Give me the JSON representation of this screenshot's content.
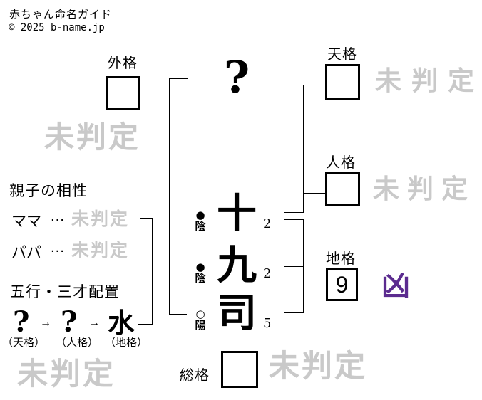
{
  "header": {
    "title": "赤ちゃん命名ガイド",
    "copyright": "© 2025 b-name.jp"
  },
  "colors": {
    "line": "#000000",
    "watermark_gray": "#c9c9c9",
    "kyou_purple": "#5b2b8f"
  },
  "frames": {
    "gaikaku": {
      "label": "外格",
      "value": "",
      "judgement": "未判定"
    },
    "tenkaku": {
      "label": "天格",
      "value": "",
      "judgement": "未判定"
    },
    "jinkaku": {
      "label": "人格",
      "value": "",
      "judgement": "未判定"
    },
    "chikaku": {
      "label": "地格",
      "value": "9",
      "judgement": "凶"
    },
    "soukaku": {
      "label": "総格",
      "value": "",
      "judgement": "未判定"
    },
    "sansai": {
      "judgement": "未判定"
    }
  },
  "name": {
    "surname": [
      {
        "char": "?",
        "strokes": "",
        "marker": "",
        "marker_label": ""
      }
    ],
    "given": [
      {
        "char": "十",
        "strokes": "2",
        "marker": "●",
        "marker_label": "陰"
      },
      {
        "char": "九",
        "strokes": "2",
        "marker": "●",
        "marker_label": "陰"
      },
      {
        "char": "司",
        "strokes": "5",
        "marker": "○",
        "marker_label": "陽"
      }
    ]
  },
  "compatibility": {
    "heading": "親子の相性",
    "rows": [
      {
        "label": "ママ",
        "dots": "…",
        "value": "未判定"
      },
      {
        "label": "パパ",
        "dots": "…",
        "value": "未判定"
      }
    ]
  },
  "gogyou": {
    "heading": "五行・三才配置",
    "arrow": "→",
    "elements": [
      {
        "symbol": "?",
        "caption": "（天格）"
      },
      {
        "symbol": "?",
        "caption": "（人格）"
      },
      {
        "symbol": "水",
        "caption": "（地格）"
      }
    ]
  }
}
